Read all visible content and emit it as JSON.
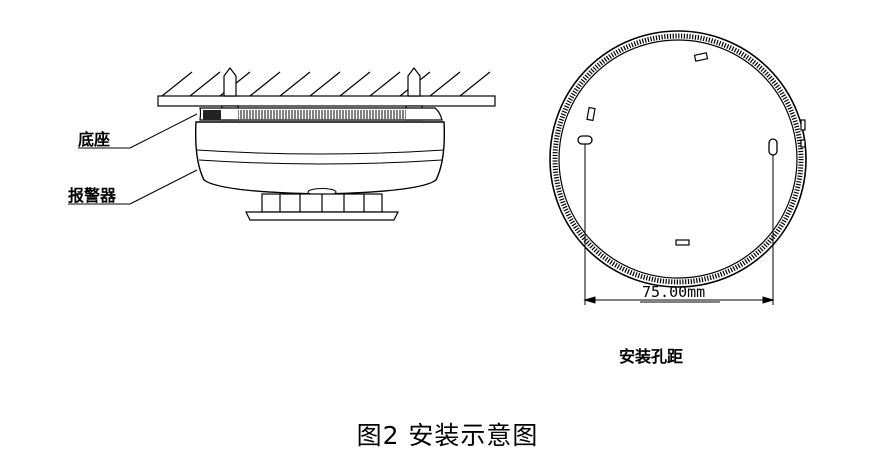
{
  "labels": {
    "base": "底座",
    "alarm": "报警器",
    "dimension": "75.00mm",
    "subtitle": "安装孔距",
    "caption": "图2 安装示意图"
  },
  "colors": {
    "line": "#000000",
    "background": "#ffffff"
  }
}
